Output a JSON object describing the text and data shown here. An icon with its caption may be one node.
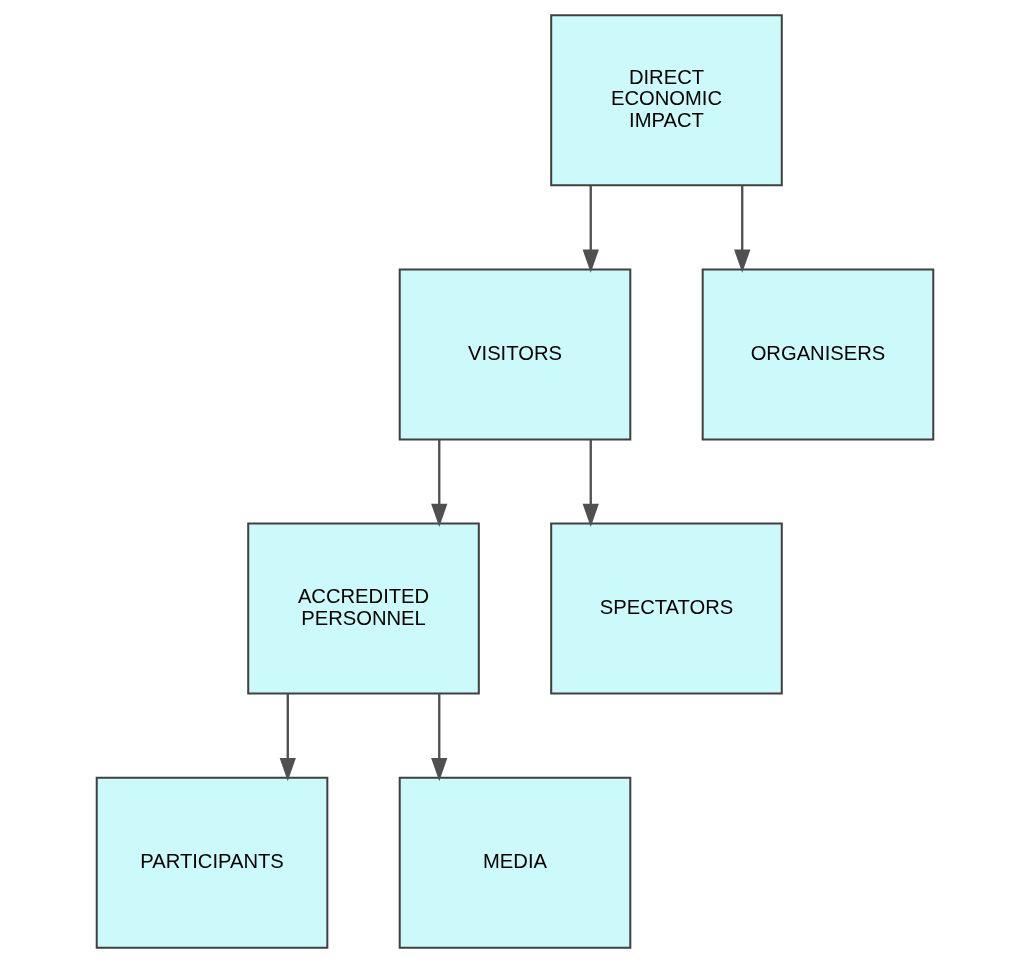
{
  "diagram": {
    "nodes": [
      {
        "text": [
          "DIRECT ECONOMIC IMPACT"
        ]
      },
      {
        "text": [
          "VISITORS"
        ]
      },
      {
        "text": [
          "ORGANISERS"
        ]
      },
      {
        "text": [
          "ACCREDITED PERSONNEL"
        ]
      },
      {
        "text": [
          "SPECTATORS"
        ]
      },
      {
        "text": [
          "PARTICIPANTS"
        ]
      },
      {
        "text": [
          "MEDIA"
        ]
      }
    ],
    "edges": [
      {
        "from": 0,
        "to": 1,
        "arrow": "to"
      },
      {
        "from": 0,
        "to": 2,
        "arrow": "to"
      },
      {
        "from": 1,
        "to": 3,
        "arrow": "to"
      },
      {
        "from": 1,
        "to": 4,
        "arrow": "to"
      },
      {
        "from": 3,
        "to": 5,
        "arrow": "to"
      },
      {
        "from": 3,
        "to": 6,
        "arrow": "to"
      }
    ]
  }
}
